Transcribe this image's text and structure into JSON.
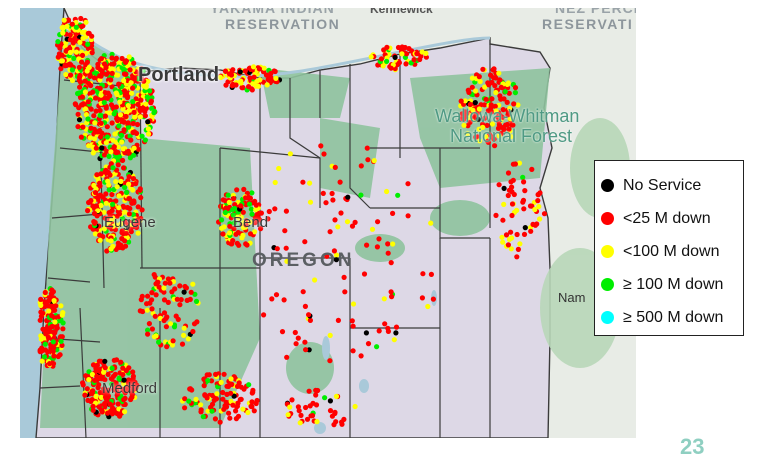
{
  "map": {
    "labels": {
      "yakama": "YAKAMA INDIAN",
      "reservation_left": "RESERVATION",
      "kennewick": "Kennewick",
      "nez": "NEZ PERCE",
      "reservation_right": "RESERVATI",
      "portland": "Portland",
      "wallowa": "Wallowa-Whitman",
      "national_forest": "National Forest",
      "eugene": "Eugene",
      "bend": "Bend",
      "state": "OREGON",
      "medford": "Medford",
      "nampa": "Nam"
    },
    "colors": {
      "ocean": "#a9c9d9",
      "land_outside": "#e8ece6",
      "state_fill": "#ddd8e6",
      "forest": "#8fc39e",
      "county_line": "#3b3b3b"
    }
  },
  "legend": {
    "items": [
      {
        "label": "No Service",
        "color": "#000000"
      },
      {
        "label": "<25 M down",
        "color": "#ff0000"
      },
      {
        "label": "<100 M down",
        "color": "#ffff00"
      },
      {
        "label": "≥ 100 M down",
        "color": "#00ee00"
      },
      {
        "label": "≥ 500 M down",
        "color": "#00ffff"
      }
    ]
  },
  "page_number": "23"
}
